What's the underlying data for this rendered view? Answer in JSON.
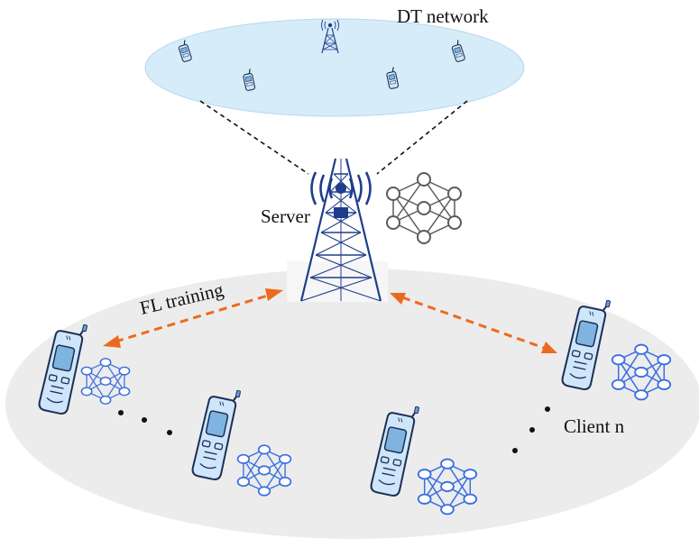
{
  "labels": {
    "dt_network": "DT network",
    "server": "Server",
    "fl_training": "FL training",
    "client_n": "Client n"
  },
  "colors": {
    "dt_ellipse_fill": "#d6ecf8",
    "client_area_fill": "#ececec",
    "arrow": "#ec6a1f",
    "phone_body": "#cfe6fa",
    "phone_outline": "#1c2f55",
    "neural_net_blue": "#3a6fe0",
    "neural_net_gray": "#5b5b5b",
    "tower": "#1f3d8c"
  },
  "icons": {
    "tower": "cell-tower-icon",
    "phone": "mobile-phone-icon",
    "model": "neural-network-icon"
  }
}
